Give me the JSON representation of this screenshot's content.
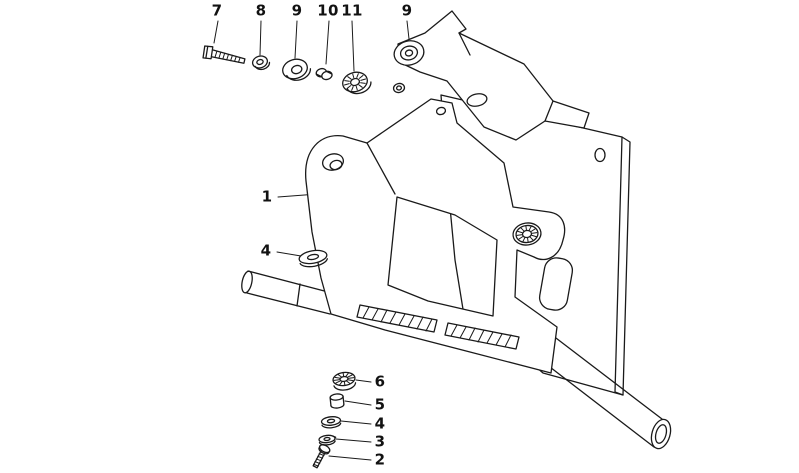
{
  "diagram": {
    "kind": "exploded-parts-diagram",
    "background_color": "#ffffff",
    "line_color": "#1a1a1a"
  },
  "callouts": {
    "c7": "7",
    "c8": "8",
    "c9a": "9",
    "c10": "10",
    "c11": "11",
    "c9b": "9",
    "c1": "1",
    "c4a": "4",
    "c6": "6",
    "c5": "5",
    "c4b": "4",
    "c3": "3",
    "c2": "2"
  },
  "parts": {
    "7": "hex-head-bolt",
    "8": "flat-washer",
    "9": "rubber-grommet",
    "10": "spacer-sleeve",
    "11": "ribbed-bushing",
    "1": "mounting-bracket",
    "4": "flat-washer",
    "6": "ribbed-bushing",
    "5": "spacer-sleeve",
    "3": "lock-washer",
    "2": "screw"
  }
}
